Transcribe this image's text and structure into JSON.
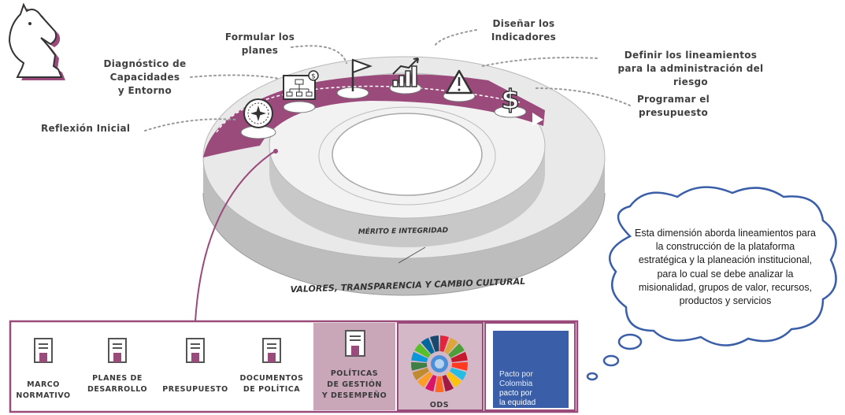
{
  "steps": {
    "reflexion": "Reflexión Inicial",
    "diagnostico": [
      "Diagnóstico de",
      "Capacidades",
      "y Entorno"
    ],
    "formular": [
      "Formular los",
      "planes"
    ],
    "disenar": [
      "Diseñar los",
      "Indicadores"
    ],
    "definir": [
      "Definir los lineamientos",
      "para la administración del riesgo"
    ],
    "programar": [
      "Programar el",
      "presupuesto"
    ]
  },
  "rings": {
    "inner": "MÉRITO E INTEGRIDAD",
    "outer": "VALORES, TRANSPARENCIA Y CAMBIO CULTURAL"
  },
  "cloud": {
    "lines": [
      "Esta dimensión aborda lineamientos para",
      "la construcción de la plataforma",
      "estratégica y la planeación institucional,",
      "para lo cual se debe analizar la",
      "misionalidad, grupos de valor, recursos,",
      "productos y servicios"
    ]
  },
  "documents": [
    {
      "lines": [
        "MARCO",
        "NORMATIVO"
      ]
    },
    {
      "lines": [
        "PLANES DE",
        "DESARROLLO"
      ]
    },
    {
      "lines": [
        "PRESUPUESTO"
      ]
    },
    {
      "lines": [
        "DOCUMENTOS",
        "DE POLÍTICA"
      ]
    },
    {
      "lines": [
        "POLÍTICAS",
        "DE GESTIÓN",
        "Y DESEMPEÑO"
      ]
    },
    {
      "lines": [
        "ODS"
      ]
    }
  ],
  "pacto": {
    "lines_light": [
      "Pacto por",
      "Colombia"
    ],
    "lines_bold": [
      "pacto por",
      "la equidad"
    ]
  },
  "colors": {
    "accent": "#9b4a7c",
    "panel_tint": "#c9a7b9",
    "ods_tint": "#d4b8c7",
    "pacto_blue": "#3a5fa8",
    "ring_gray": "#c9c9c9"
  },
  "icons": [
    "chess-knight-icon",
    "compass-icon",
    "org-chart-icon",
    "flag-icon",
    "bar-chart-icon",
    "warning-icon",
    "dollar-icon",
    "document-icon",
    "sdg-wheel-icon"
  ]
}
